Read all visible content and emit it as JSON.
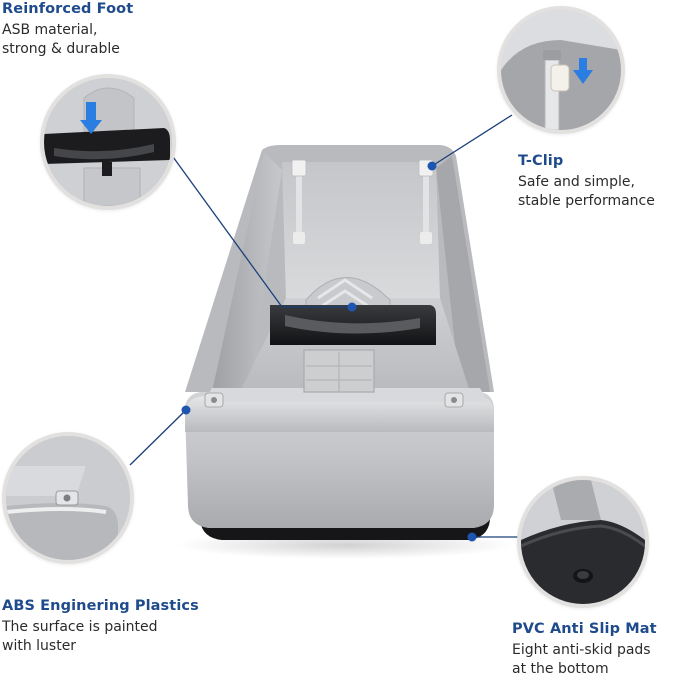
{
  "features": [
    {
      "id": "reinforced-foot",
      "title": "Reinforced Foot",
      "desc_lines": [
        "ASB material,",
        "strong & durable"
      ]
    },
    {
      "id": "t-clip",
      "title": "T-Clip",
      "desc_lines": [
        "Safe and simple,",
        "stable performance"
      ]
    },
    {
      "id": "abs-plastics",
      "title": "ABS Enginering Plastics",
      "desc_lines": [
        "The surface is painted",
        "with luster"
      ]
    },
    {
      "id": "pvc-mat",
      "title": "PVC Anti Slip Mat",
      "desc_lines": [
        "Eight anti-skid pads",
        "at the bottom"
      ]
    }
  ],
  "colors": {
    "title_blue": "#1f4b8c",
    "callout_line": "#1a3f7a",
    "callout_dot": "#1d55b0",
    "arrow_blue": "#2a7de1",
    "body_silver": "#bdbec2",
    "foot_black": "#1a1a1c"
  },
  "icons": {
    "down-arrow": "blue-down-arrow"
  }
}
